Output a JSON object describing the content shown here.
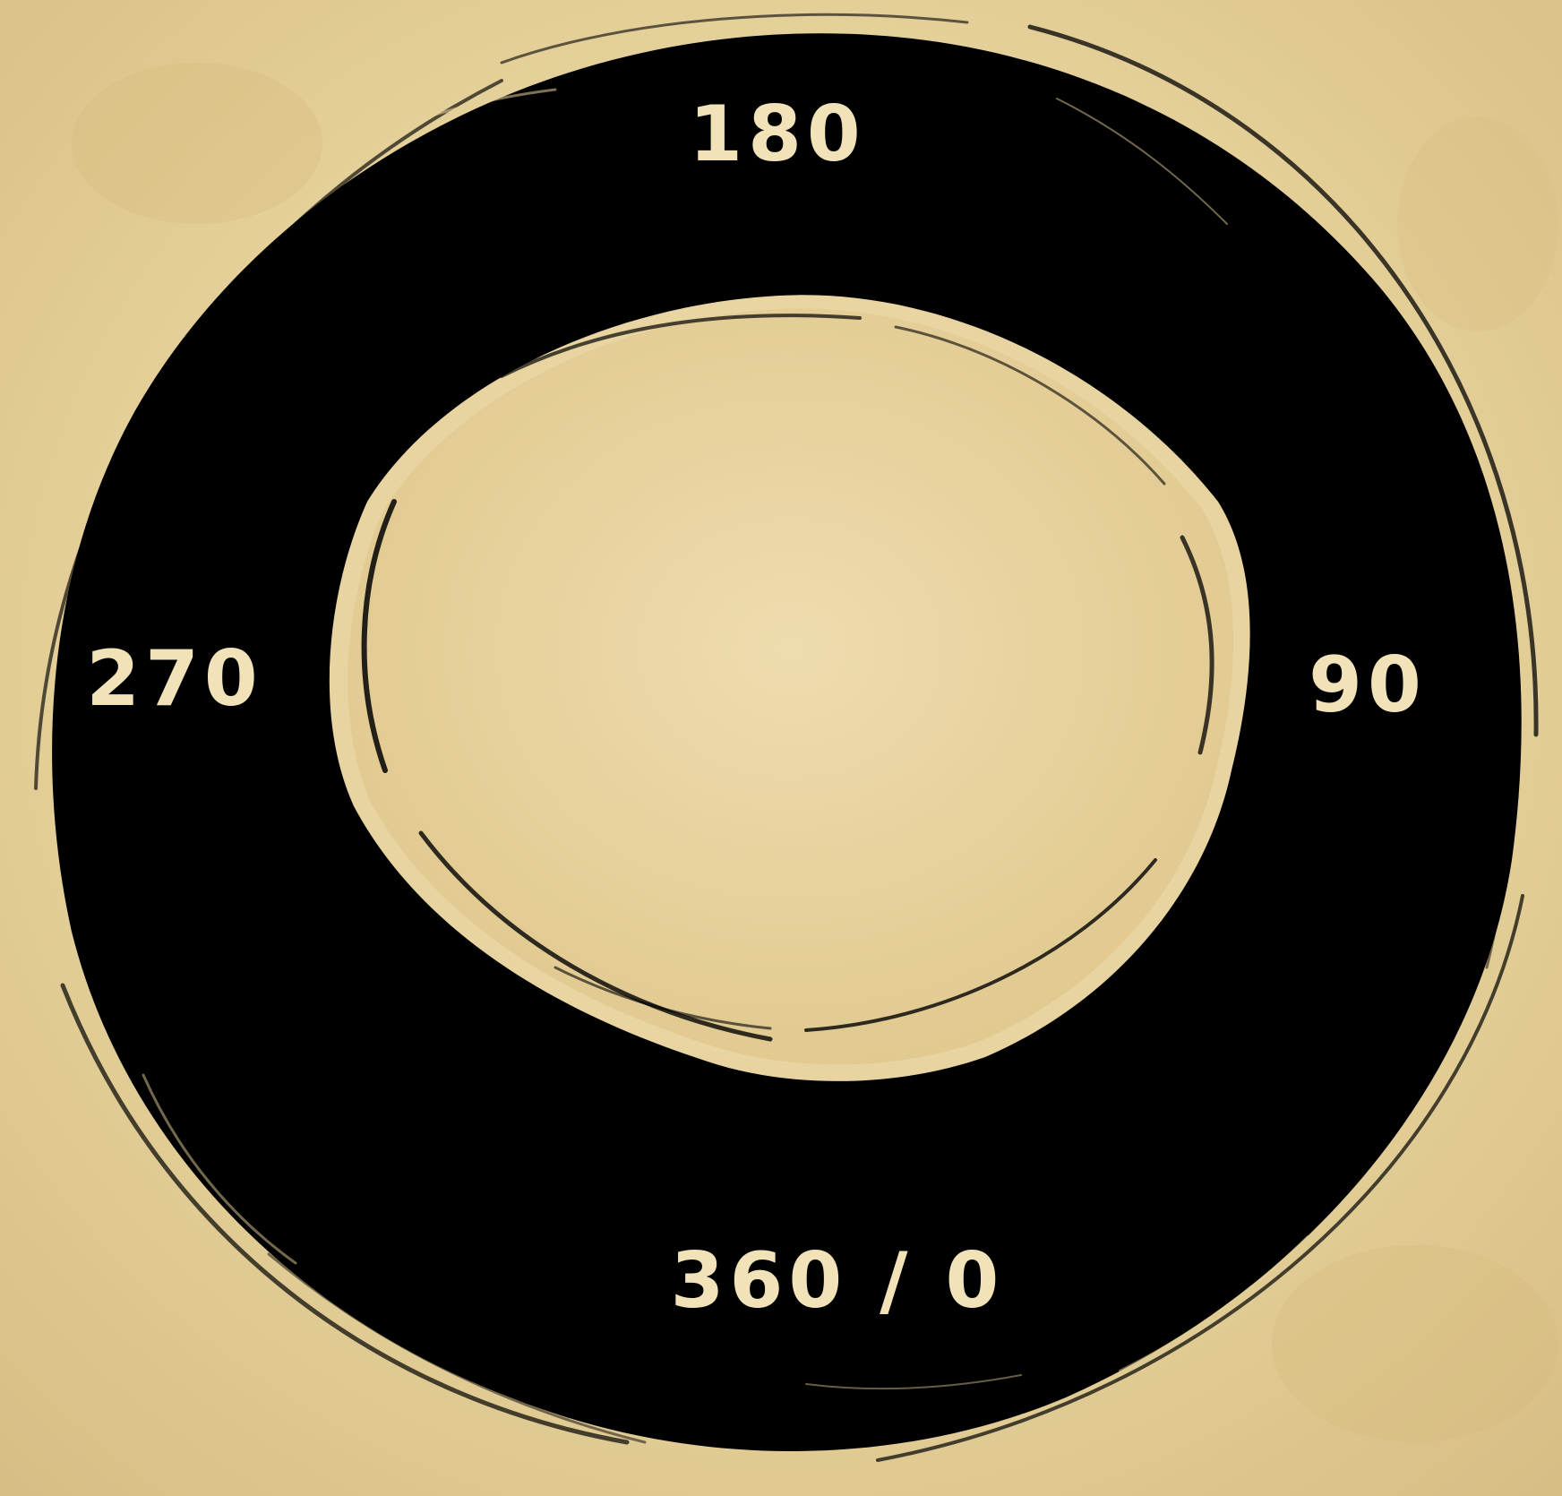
{
  "colors": {
    "paper": "#e4cf98",
    "paper_light": "#efdcae",
    "paper_dark": "#d2b57a",
    "ink": "#000000",
    "label": "#f1e2b8"
  },
  "labels": {
    "top": "180",
    "right": "90",
    "bottom": "360 / 0",
    "left": "270"
  }
}
